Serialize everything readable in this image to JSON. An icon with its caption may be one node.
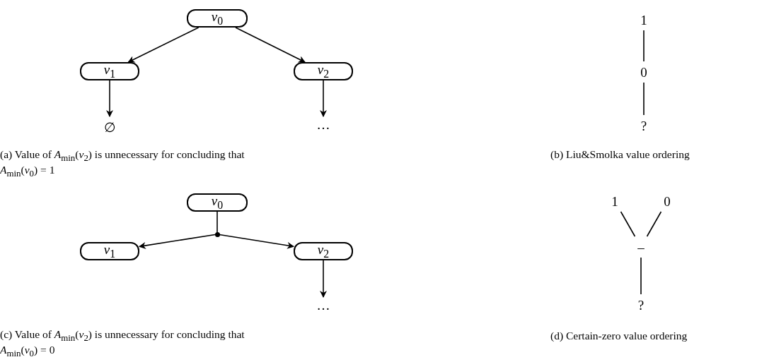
{
  "diagram": {
    "nodes": [
      {
        "text": [
          "*v*$_{0}$"
        ]
      },
      {
        "text": [
          "*v*$_{1}$"
        ]
      },
      {
        "text": [
          "*v*$_{2}$"
        ]
      },
      {
        "text": [
          "∅"
        ]
      },
      {
        "text": [
          "…"
        ]
      },
      {
        "text": [
          "1"
        ]
      },
      {
        "text": [
          "0"
        ]
      },
      {
        "text": [
          "?"
        ]
      },
      {
        "text": [
          "*v*$_{0}$"
        ]
      },
      {
        "text": [
          "*v*$_{1}$"
        ]
      },
      {
        "text": [
          "*v*$_{2}$"
        ]
      },
      {
        "text": [],
        "shape": "circle"
      },
      {
        "text": [
          "…"
        ]
      },
      {
        "text": [
          "1"
        ]
      },
      {
        "text": [
          "0"
        ]
      },
      {
        "text": [
          "–"
        ]
      },
      {
        "text": [
          "?"
        ]
      }
    ],
    "edges": [
      {
        "from": 0,
        "to": 1,
        "arrow": "to"
      },
      {
        "from": 0,
        "to": 2,
        "arrow": "to"
      },
      {
        "from": 1,
        "to": 3,
        "arrow": "to"
      },
      {
        "from": 2,
        "to": 4,
        "arrow": "to"
      },
      {
        "from": 5,
        "to": 6,
        "arrow": "none"
      },
      {
        "from": 6,
        "to": 7,
        "arrow": "none"
      },
      {
        "from": 8,
        "to": 11,
        "arrow": "none"
      },
      {
        "from": 11,
        "to": 9,
        "arrow": "to"
      },
      {
        "from": 11,
        "to": 10,
        "arrow": "to"
      },
      {
        "from": 10,
        "to": 12,
        "arrow": "to"
      },
      {
        "from": 13,
        "to": 15,
        "arrow": "none"
      },
      {
        "from": 14,
        "to": 15,
        "arrow": "none"
      },
      {
        "from": 15,
        "to": 16,
        "arrow": "none"
      }
    ],
    "labels": [
      "(a) Value of *A*$_{min}$(*v*$_{2}$) is unnecessary for concluding that *A*$_{min}$(*v*$_{0}$) = 1",
      "(b) Liu&Smolka value ordering",
      "(c) Value of *A*$_{min}$(*v*$_{2}$) is unnecessary for concluding that *A*$_{min}$(*v*$_{0}$) = 0",
      "(d) Certain-zero value ordering"
    ]
  }
}
